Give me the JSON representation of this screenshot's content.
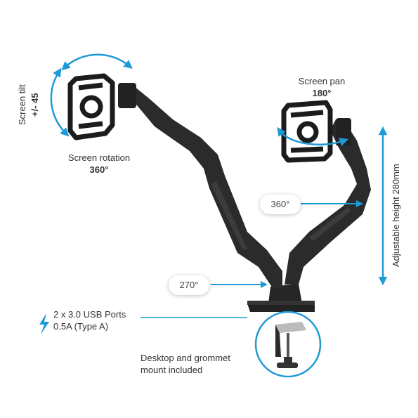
{
  "labels": {
    "screen_tilt": "Screen tilt",
    "screen_tilt_value": "+/- 45",
    "screen_rotation": "Screen rotation",
    "screen_rotation_value": "360°",
    "screen_pan": "Screen pan",
    "screen_pan_value": "180°",
    "adjustable_height": "Adjustable height 280mm",
    "arm_rotation": "360°",
    "base_rotation": "270°",
    "usb_line1": "2 x 3.0 USB Ports",
    "usb_line2": "0.5A (Type A)",
    "mount_line1": "Desktop and grommet",
    "mount_line2": "mount included"
  },
  "colors": {
    "accent": "#1e9ad6",
    "arm": "#2b2b2b",
    "text": "#333333"
  },
  "icons": [
    "lightning-icon",
    "rotation-arrow-icon",
    "vesa-plate-icon",
    "clamp-icon"
  ]
}
